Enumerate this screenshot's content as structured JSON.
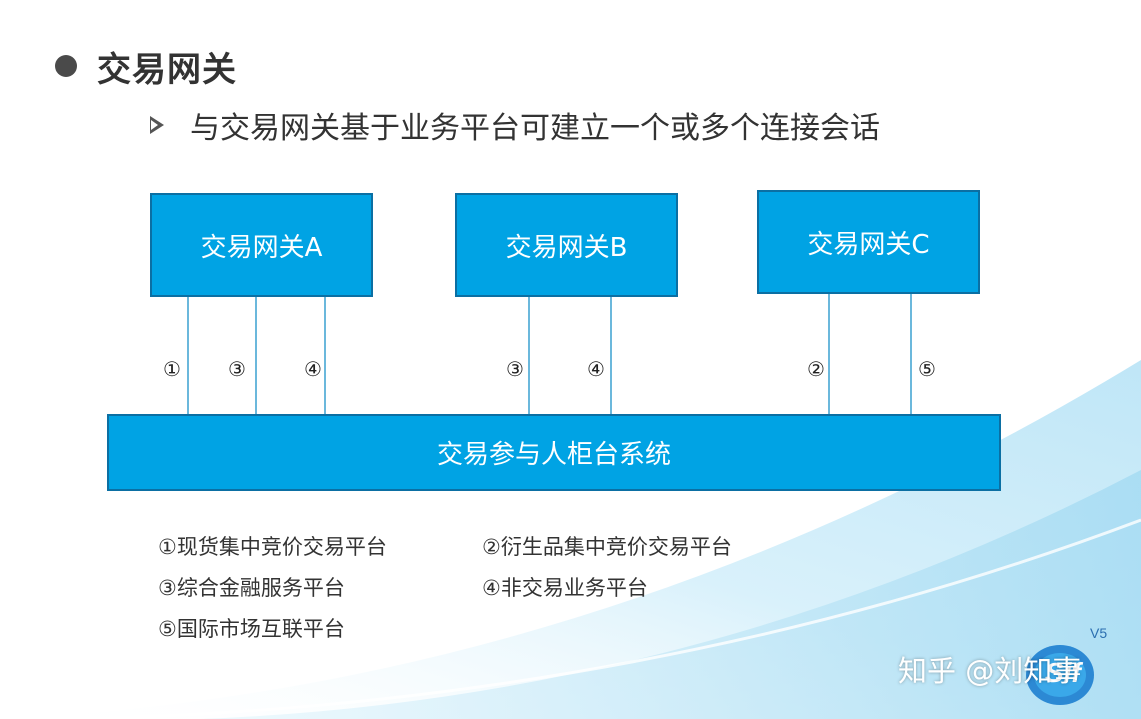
{
  "title": "交易网关",
  "subtitle": "与交易网关基于业务平台可建立一个或多个连接会话",
  "gateways": [
    {
      "label": "交易网关A",
      "connections": [
        "①",
        "③",
        "④"
      ]
    },
    {
      "label": "交易网关B",
      "connections": [
        "③",
        "④"
      ]
    },
    {
      "label": "交易网关C",
      "connections": [
        "②",
        "⑤"
      ]
    }
  ],
  "base_box": "交易参与人柜台系统",
  "legend": [
    "①现货集中竞价交易平台",
    "②衍生品集中竞价交易平台",
    "③综合金融服务平台",
    "④非交易业务平台",
    "⑤国际市场互联平台"
  ],
  "watermark": "知乎 @刘知事",
  "logo": {
    "letters": "Sif",
    "version": "V5"
  },
  "colors": {
    "box_fill": "#00a3e4",
    "box_border": "#0b6fa3",
    "line": "#6bb8dc"
  }
}
